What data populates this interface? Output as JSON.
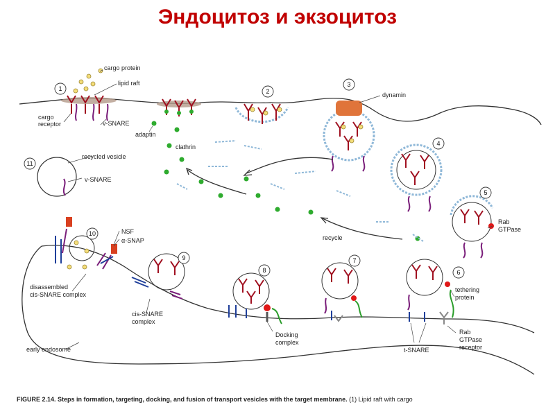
{
  "title": "Эндоцитоз и экзоцитоз",
  "labels": {
    "cargo_protein": "cargo protein",
    "lipid_raft": "lipid raft",
    "cargo_receptor_1": "cargo",
    "cargo_receptor_2": "receptor",
    "v_snare": "v-SNARE",
    "adaptin": "adaptin",
    "clathrin": "clathrin",
    "dynamin": "dynamin",
    "recycled_vesicle": "recycled vesicle",
    "v_snare_recycled": "v-SNARE",
    "recycle": "recycle",
    "rab_gtpase_1": "Rab",
    "rab_gtpase_2": "GTPase",
    "nsf": "NSF",
    "alpha_snap": "α-SNAP",
    "disassembled_1": "disassembled",
    "disassembled_2": "cis-SNARE complex",
    "cis_snare_1": "cis-SNARE",
    "cis_snare_2": "complex",
    "docking_1": "Docking",
    "docking_2": "complex",
    "t_snare": "t-SNARE",
    "tethering_1": "tethering",
    "tethering_2": "protein",
    "rab_receptor_1": "Rab",
    "rab_receptor_2": "GTPase",
    "rab_receptor_3": "receptor",
    "early_endosome": "early endosome"
  },
  "steps": [
    "1",
    "2",
    "3",
    "4",
    "5",
    "6",
    "7",
    "8",
    "9",
    "10",
    "11"
  ],
  "caption": {
    "bold": "FIGURE 2.14. Steps in formation, targeting, docking, and fusion of transport vesicles with the target membrane.",
    "rest": " (1) Lipid raft with cargo"
  },
  "colors": {
    "title": "#c00000",
    "receptor": "#a01020",
    "snare_v": "#7a1e7a",
    "snare_t": "#1f3f9a",
    "clathrin": "#8fb8d8",
    "adaptin": "#2eab2e",
    "dynamin": "#e0743a",
    "tether": "#2a9d2a",
    "nsf": "#d94020"
  }
}
